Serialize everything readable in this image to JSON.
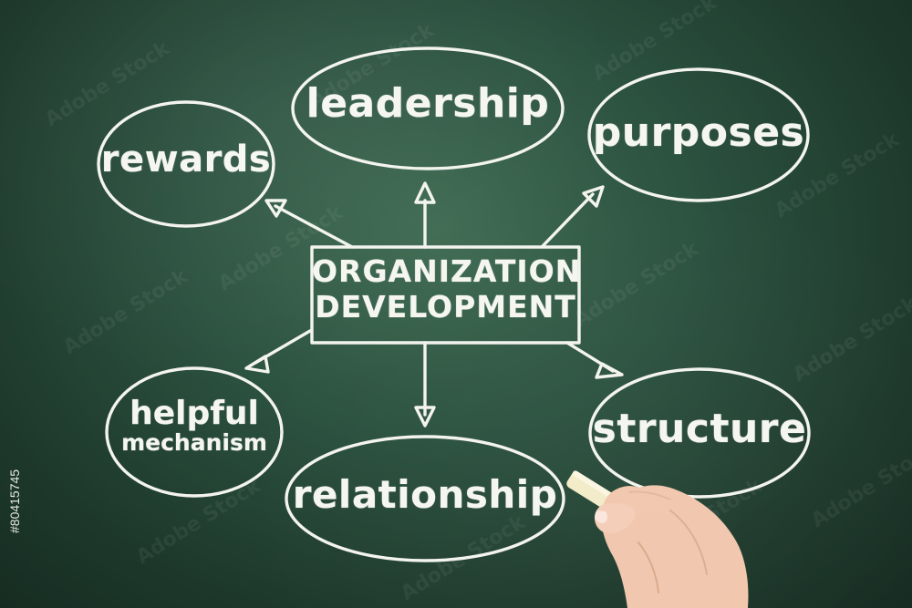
{
  "center": {
    "line1": "ORGANIZATION",
    "line2": "DEVELOPMENT"
  },
  "nodes": {
    "leadership": "leadership",
    "purposes": "purposes",
    "rewards": "rewards",
    "helpful_line1": "helpful",
    "helpful_line2": "mechanism",
    "relationship": "relationship",
    "structure": "structure"
  },
  "watermark": "Adobe Stock",
  "stock_id": "#80415745",
  "colors": {
    "chalk": "#f4f4ef",
    "board": "#2c5240"
  }
}
